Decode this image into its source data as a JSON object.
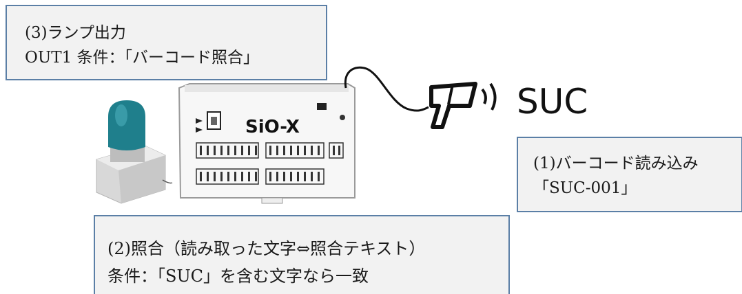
{
  "callouts": {
    "lamp_output": {
      "line1": "(3)ランプ出力",
      "line2": "OUT1 条件：「バーコード照合」"
    },
    "barcode_read": {
      "line1": "(1)バーコード読み込み",
      "line2": "「SUC-001」"
    },
    "matching": {
      "line1": "(2)照合（読み取った文字⇔照合テキスト）",
      "line2": "条件：「SUC」を含む文字なら一致"
    }
  },
  "device": {
    "model_label": "SiO-X"
  },
  "scanner": {
    "label": "SUC"
  },
  "colors": {
    "callout_border": "#5b7fa6",
    "callout_fill": "#f2f2f2",
    "lamp_dome": "#1f7f8c"
  }
}
